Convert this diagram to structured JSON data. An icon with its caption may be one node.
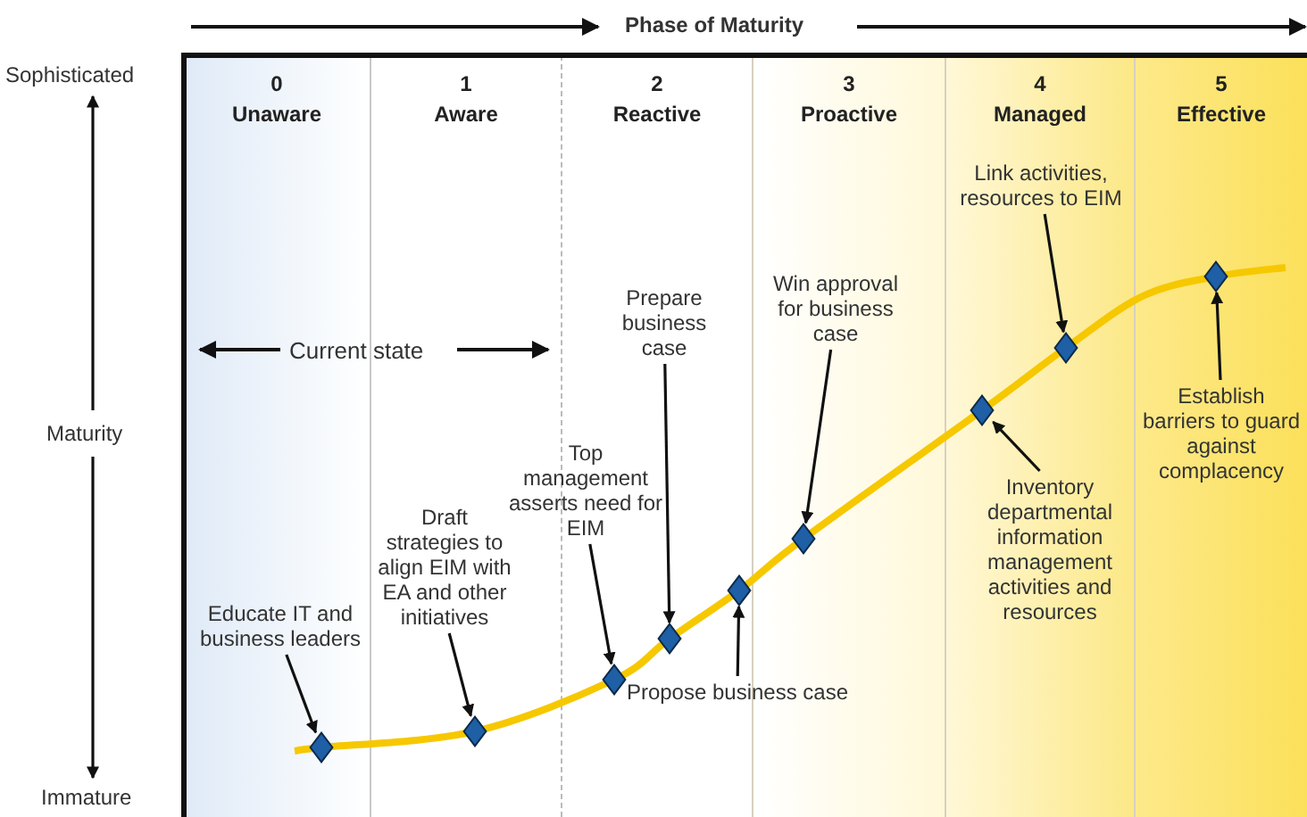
{
  "diagram": {
    "title": "Phase of Maturity",
    "nodes": [
      {
        "text": [
          "0",
          "Unaware"
        ]
      },
      {
        "text": [
          "1",
          "Aware"
        ]
      },
      {
        "text": [
          "2",
          "Reactive"
        ]
      },
      {
        "text": [
          "3",
          "Proactive"
        ]
      },
      {
        "text": [
          "4",
          "Managed"
        ]
      },
      {
        "text": [
          "5",
          "Effective"
        ]
      },
      {
        "text": [],
        "shape": "diamond",
        "in": 0
      },
      {
        "text": [],
        "shape": "diamond",
        "in": 1
      },
      {
        "text": [],
        "shape": "diamond",
        "in": 2
      },
      {
        "text": [],
        "shape": "diamond",
        "in": 2
      },
      {
        "text": [],
        "shape": "diamond",
        "in": 2
      },
      {
        "text": [],
        "shape": "diamond",
        "in": 3
      },
      {
        "text": [],
        "shape": "diamond",
        "in": 4
      },
      {
        "text": [],
        "shape": "diamond",
        "in": 4
      },
      {
        "text": [],
        "shape": "diamond",
        "in": 5
      },
      {
        "text": [
          "Educate IT and business leaders"
        ],
        "in": 0
      },
      {
        "text": [
          "Draft strategies to align EIM with EA and other initiatives"
        ],
        "in": 1
      },
      {
        "text": [
          "Top management asserts need for EIM"
        ]
      },
      {
        "text": [
          "Prepare business case"
        ],
        "in": 2
      },
      {
        "text": [
          "Propose business case"
        ]
      },
      {
        "text": [
          "Win approval for business case"
        ],
        "in": 3
      },
      {
        "text": [
          "Link activities, resources to EIM"
        ],
        "in": 4
      },
      {
        "text": [
          "Inventory departmental information management activities and resources"
        ],
        "in": 4
      },
      {
        "text": [
          "Establish barriers to guard against complacency"
        ],
        "in": 5
      }
    ],
    "edges": [
      {
        "from": 15,
        "to": 6,
        "arrow": "to"
      },
      {
        "from": 16,
        "to": 7,
        "arrow": "to"
      },
      {
        "from": 17,
        "to": 8,
        "arrow": "to"
      },
      {
        "from": 18,
        "to": 9,
        "arrow": "to"
      },
      {
        "from": 19,
        "to": 10,
        "arrow": "to"
      },
      {
        "from": 20,
        "to": 11,
        "arrow": "to"
      },
      {
        "from": 22,
        "to": 12,
        "arrow": "to"
      },
      {
        "from": 21,
        "to": 13,
        "arrow": "to"
      },
      {
        "from": 23,
        "to": 14,
        "arrow": "to"
      }
    ],
    "labels": [
      "Sophisticated",
      "Current state",
      "Maturity",
      "Immature"
    ]
  }
}
